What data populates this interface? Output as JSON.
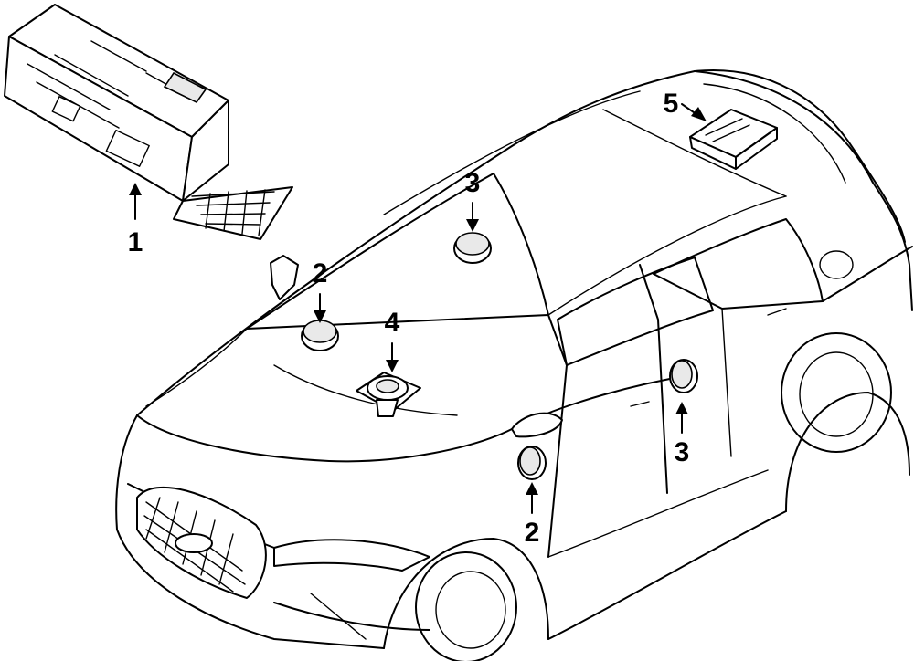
{
  "callouts": [
    {
      "id": "1",
      "label": "1",
      "part": "module"
    },
    {
      "id": "2a",
      "label": "2",
      "part": "speaker"
    },
    {
      "id": "3a",
      "label": "3",
      "part": "speaker"
    },
    {
      "id": "4",
      "label": "4",
      "part": "speaker"
    },
    {
      "id": "5",
      "label": "5",
      "part": "amplifier"
    },
    {
      "id": "2b",
      "label": "2",
      "part": "speaker"
    },
    {
      "id": "3b",
      "label": "3",
      "part": "speaker"
    }
  ],
  "colors": {
    "line": "#000000",
    "background": "#ffffff"
  }
}
